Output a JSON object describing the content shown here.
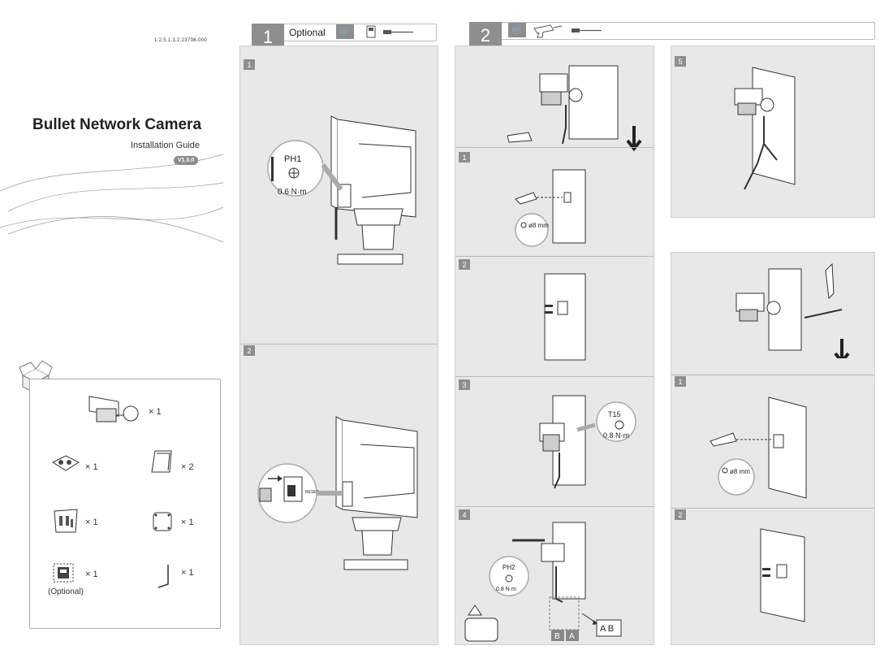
{
  "cover": {
    "doc_number": "1.2.5.1.3.2.23708-000",
    "title": "Bullet Network Camera",
    "subtitle": "Installation Guide",
    "version": "V1.0.0"
  },
  "package_contents": {
    "items": [
      {
        "icon": "camera-icon",
        "qty": "× 1"
      },
      {
        "icon": "connector-cap-icon",
        "qty": "× 1"
      },
      {
        "icon": "drill-template-icon",
        "qty": "× 2"
      },
      {
        "icon": "screw-bag-icon",
        "qty": "× 1"
      },
      {
        "icon": "mount-plate-icon",
        "qty": "× 1"
      },
      {
        "icon": "sd-card-icon",
        "qty": "× 1",
        "note": "(Optional)"
      },
      {
        "icon": "hex-key-icon",
        "qty": "× 1"
      }
    ]
  },
  "section1": {
    "number": "1",
    "label": "Optional",
    "steps": [
      {
        "n": "1",
        "tool": "PH1",
        "torque": "0.6 N·m"
      },
      {
        "n": "2",
        "reset_label": "RESET"
      }
    ]
  },
  "section2": {
    "number": "2",
    "left_steps": [
      {
        "n": "1",
        "hole": "ø8 mm"
      },
      {
        "n": "2"
      },
      {
        "n": "3",
        "tool": "T15",
        "torque": "0.8 N·m"
      },
      {
        "n": "4",
        "tool": "PH2",
        "torque": "0.8 N·m",
        "wire_b": "B",
        "wire_a": "A",
        "book": "A B"
      }
    ],
    "right_steps": [
      {
        "n": "5"
      },
      {
        "n": "1",
        "hole": "ø8 mm"
      },
      {
        "n": "2"
      }
    ]
  }
}
